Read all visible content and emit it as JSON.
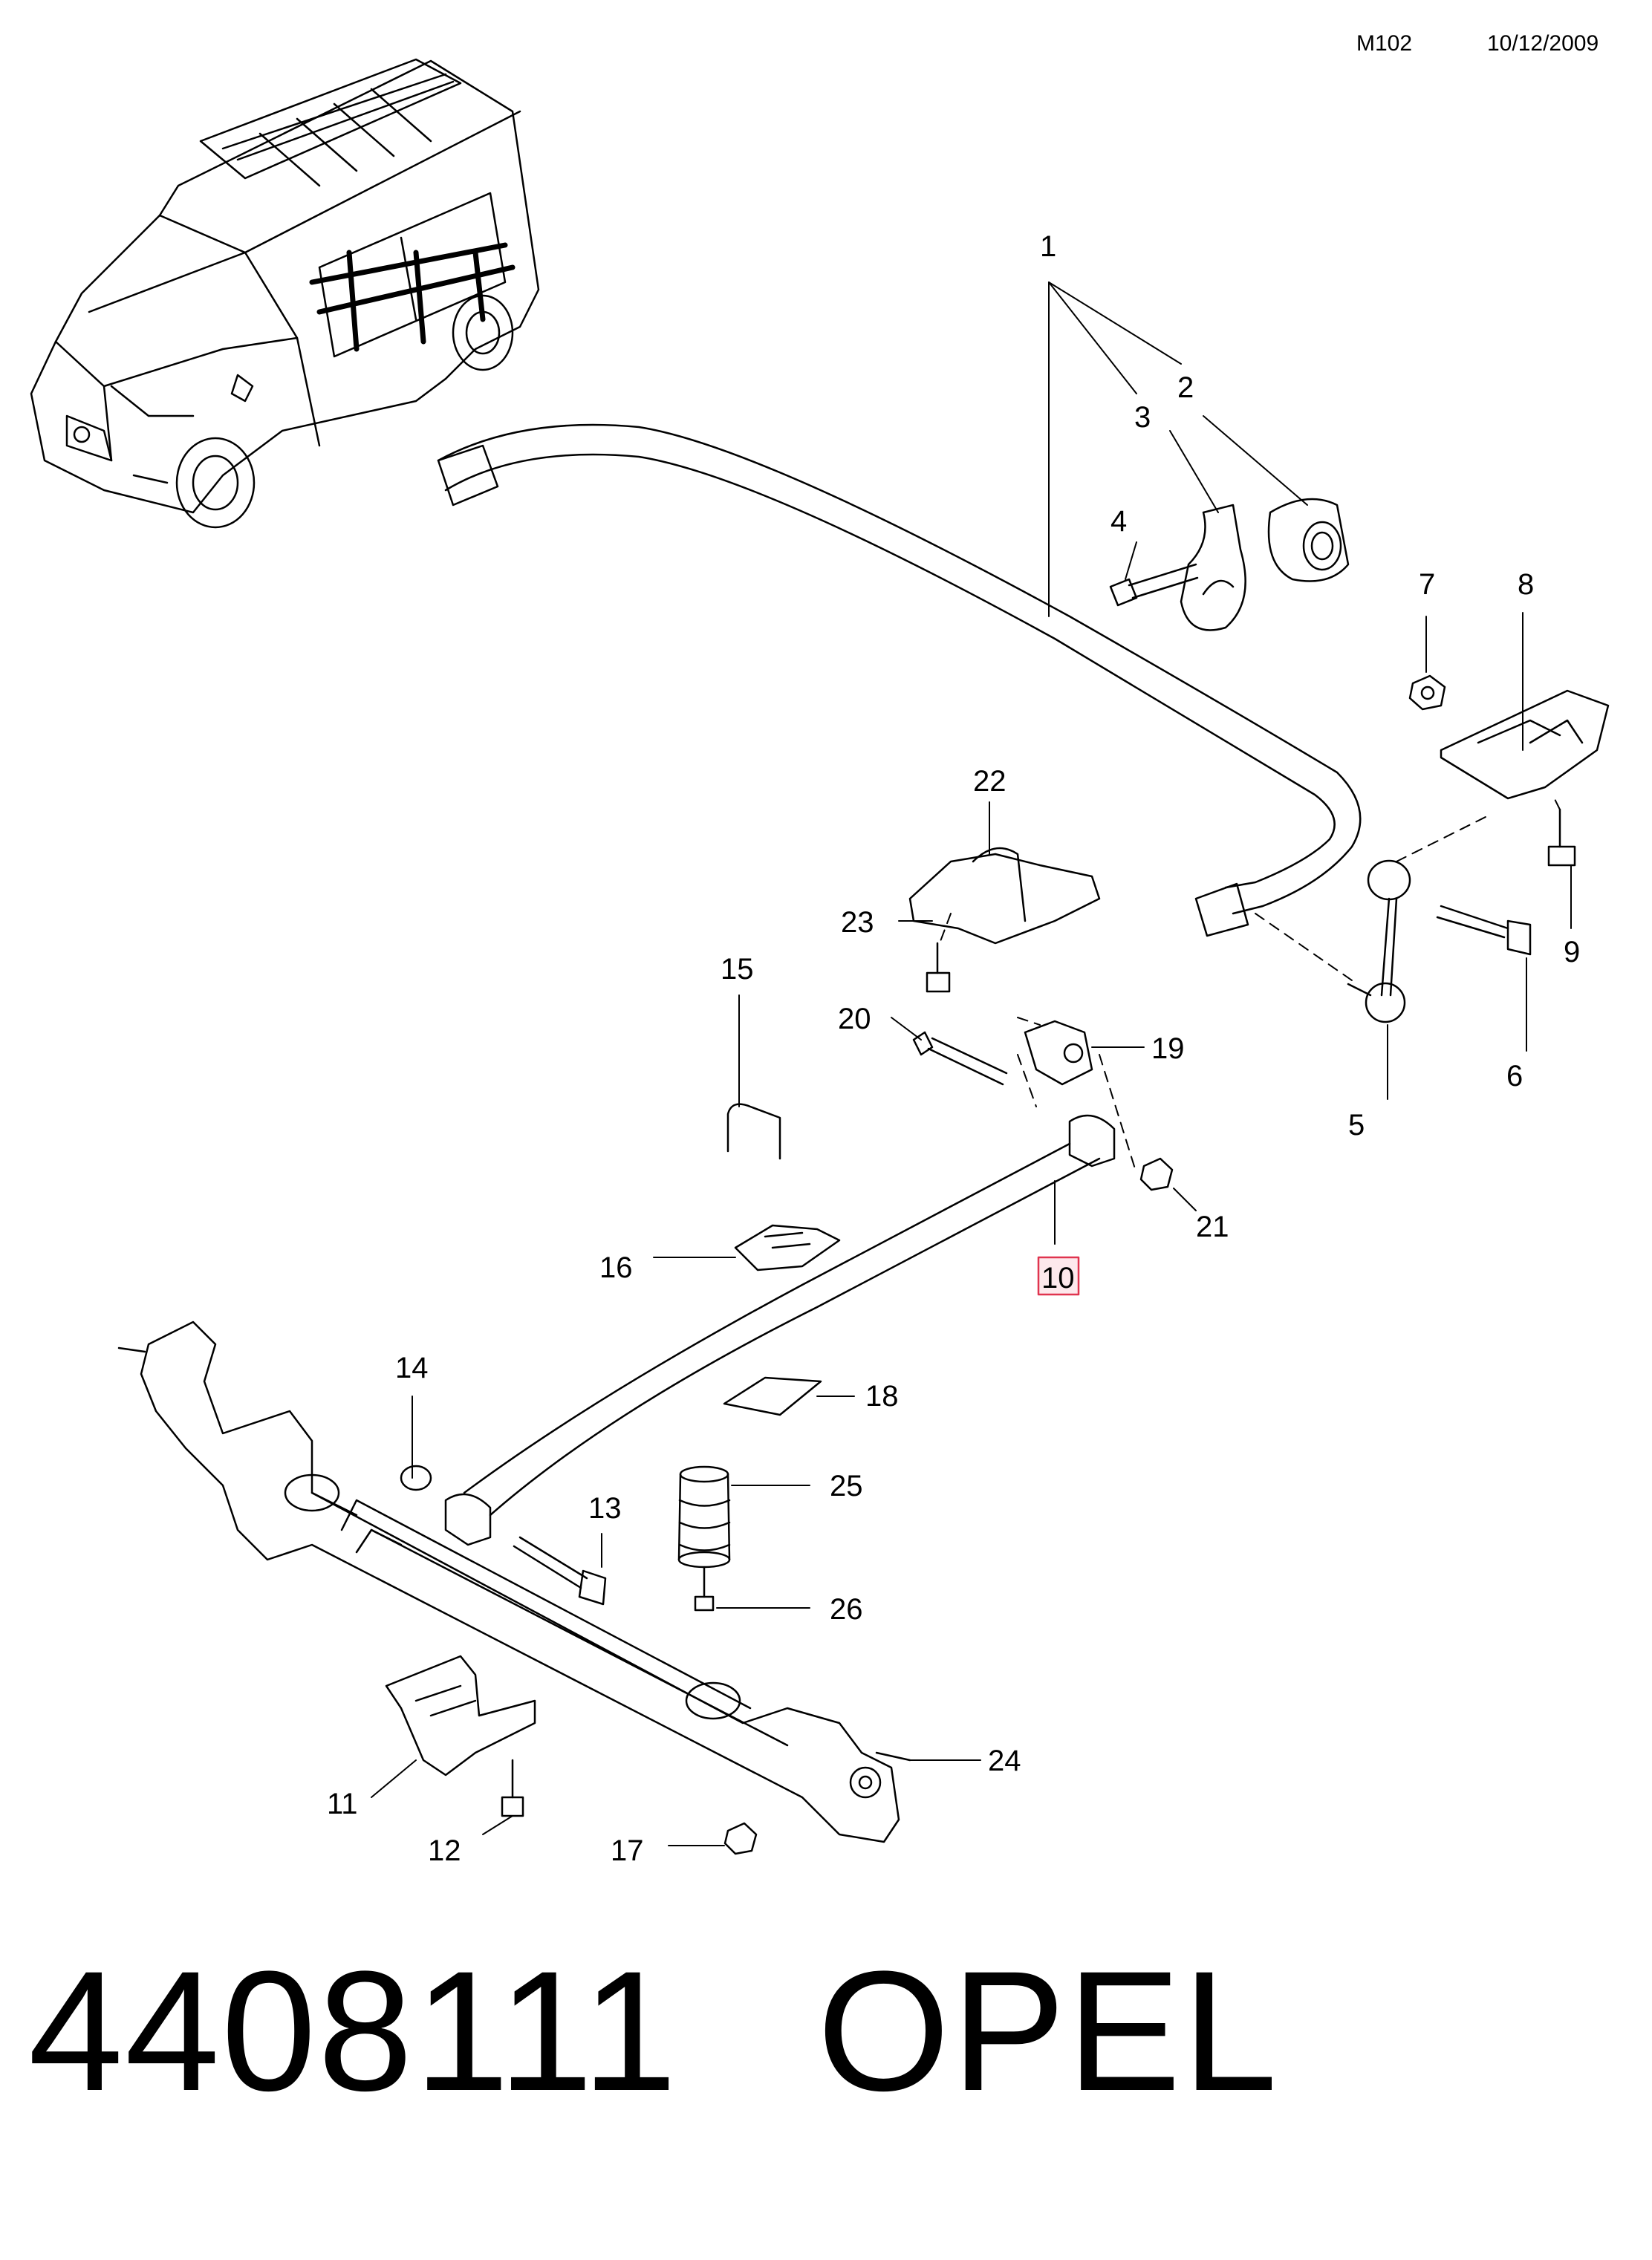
{
  "header": {
    "code": "M102",
    "date": "10/12/2009"
  },
  "footer": {
    "part_number": "4408111",
    "brand": "OPEL"
  },
  "highlighted_callout": "10",
  "callouts": [
    "1",
    "2",
    "3",
    "4",
    "5",
    "6",
    "7",
    "8",
    "9",
    "10",
    "11",
    "12",
    "13",
    "14",
    "15",
    "16",
    "17",
    "18",
    "19",
    "20",
    "21",
    "22",
    "23",
    "24",
    "25",
    "26"
  ],
  "colors": {
    "ink": "#000000",
    "highlight_fill": "#fde8ec",
    "highlight_border": "#e0344f"
  }
}
